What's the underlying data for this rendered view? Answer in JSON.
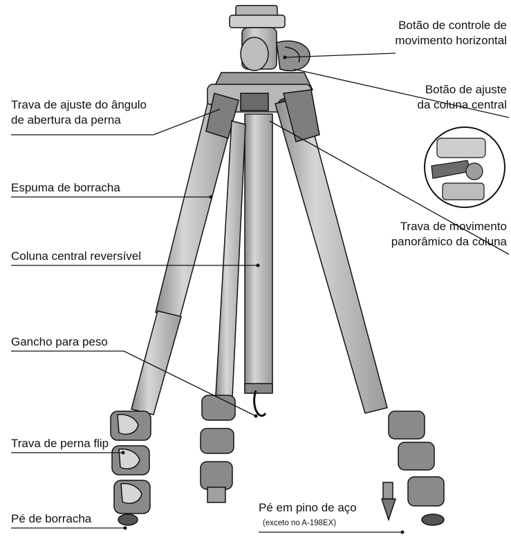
{
  "labels": {
    "horizontal_knob": [
      "Botão de controle de",
      "movimento horizontal"
    ],
    "center_column_knob": [
      "Botão de ajuste",
      "da coluna central"
    ],
    "leg_angle_lock": [
      "Trava de ajuste do ângulo",
      "de abertura da perna"
    ],
    "rubber_foam": "Espuma de borracha",
    "panoramic_lock": [
      "Trava de movimento",
      "panorâmico da coluna"
    ],
    "center_column": "Coluna central reversível",
    "weight_hook": "Gancho para peso",
    "flip_lock": "Trava de perna flip",
    "rubber_foot": "Pé de borracha",
    "spike_foot": "Pé em pino de aço",
    "spike_note": "(exceto no A-198EX)"
  },
  "colors": {
    "line": "#111111",
    "body": "#d0d0d0",
    "dark": "#7a7a7a",
    "mid": "#a8a8a8"
  }
}
